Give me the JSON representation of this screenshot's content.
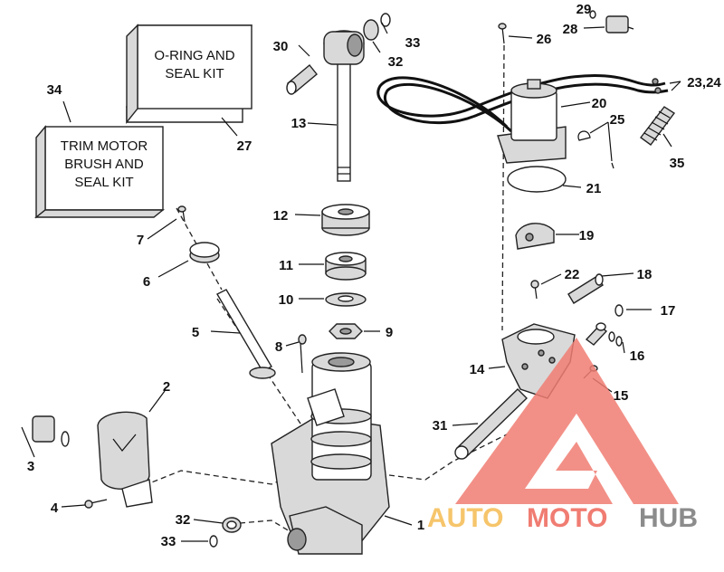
{
  "kits": {
    "oring": [
      "O-RING AND",
      "SEAL KIT"
    ],
    "trim": [
      "TRIM MOTOR",
      "BRUSH AND",
      "SEAL KIT"
    ]
  },
  "callouts": {
    "c1": "1",
    "c2": "2",
    "c3": "3",
    "c4": "4",
    "c5": "5",
    "c6": "6",
    "c7": "7",
    "c8": "8",
    "c9": "9",
    "c10": "10",
    "c11": "11",
    "c12": "12",
    "c13": "13",
    "c14": "14",
    "c15": "15",
    "c16": "16",
    "c17": "17",
    "c18": "18",
    "c19": "19",
    "c20": "20",
    "c21": "21",
    "c22": "22",
    "c2324": "23,24",
    "c25": "25",
    "c26": "26",
    "c27": "27",
    "c28": "28",
    "c29": "29",
    "c30": "30",
    "c31": "31",
    "c32a": "32",
    "c32b": "32",
    "c33a": "33",
    "c33b": "33",
    "c34": "34",
    "c35": "35"
  },
  "watermark": {
    "auto": "AUTO",
    "moto": "MOTO",
    "hub": "HUB",
    "colors": {
      "auto": "#f6c56b",
      "moto": "#f07c72",
      "hub": "#8c8c8c",
      "triangle": "#f07c72"
    }
  }
}
